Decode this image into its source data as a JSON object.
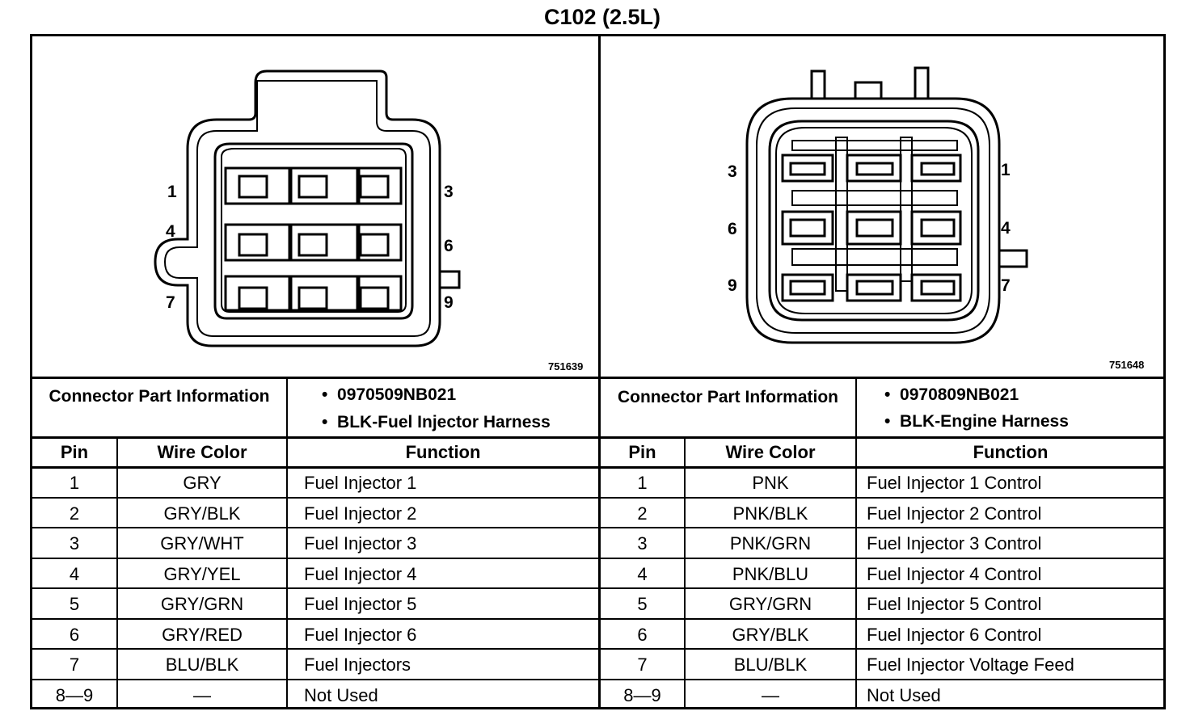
{
  "title": "C102 (2.5L)",
  "left": {
    "figure_id": "751639",
    "pins": {
      "p1": "1",
      "p3": "3",
      "p4": "4",
      "p6": "6",
      "p7": "7",
      "p9": "9"
    },
    "connector_info_label": "Connector Part Information",
    "part_number": "0970509NB021",
    "description": "BLK-Fuel Injector Harness",
    "headers": {
      "pin": "Pin",
      "wire": "Wire Color",
      "func": "Function"
    },
    "rows": [
      {
        "pin": "1",
        "wire": "GRY",
        "func": "Fuel Injector 1"
      },
      {
        "pin": "2",
        "wire": "GRY/BLK",
        "func": "Fuel Injector 2"
      },
      {
        "pin": "3",
        "wire": "GRY/WHT",
        "func": "Fuel Injector 3"
      },
      {
        "pin": "4",
        "wire": "GRY/YEL",
        "func": "Fuel Injector 4"
      },
      {
        "pin": "5",
        "wire": "GRY/GRN",
        "func": "Fuel Injector 5"
      },
      {
        "pin": "6",
        "wire": "GRY/RED",
        "func": "Fuel Injector 6"
      },
      {
        "pin": "7",
        "wire": "BLU/BLK",
        "func": "Fuel Injectors"
      },
      {
        "pin": "8—9",
        "wire": "—",
        "func": "Not Used"
      }
    ]
  },
  "right": {
    "figure_id": "751648",
    "pins": {
      "p1": "1",
      "p3": "3",
      "p4": "4",
      "p6": "6",
      "p7": "7",
      "p9": "9"
    },
    "connector_info_label": "Connector Part Information",
    "part_number": "0970809NB021",
    "description": "BLK-Engine Harness",
    "headers": {
      "pin": "Pin",
      "wire": "Wire Color",
      "func": "Function"
    },
    "rows": [
      {
        "pin": "1",
        "wire": "PNK",
        "func": "Fuel Injector 1 Control"
      },
      {
        "pin": "2",
        "wire": "PNK/BLK",
        "func": "Fuel Injector 2 Control"
      },
      {
        "pin": "3",
        "wire": "PNK/GRN",
        "func": "Fuel Injector 3 Control"
      },
      {
        "pin": "4",
        "wire": "PNK/BLU",
        "func": "Fuel Injector 4 Control"
      },
      {
        "pin": "5",
        "wire": "GRY/GRN",
        "func": "Fuel Injector 5 Control"
      },
      {
        "pin": "6",
        "wire": "GRY/BLK",
        "func": "Fuel Injector 6 Control"
      },
      {
        "pin": "7",
        "wire": "BLU/BLK",
        "func": "Fuel Injector Voltage Feed"
      },
      {
        "pin": "8—9",
        "wire": "—",
        "func": "Not Used"
      }
    ]
  }
}
